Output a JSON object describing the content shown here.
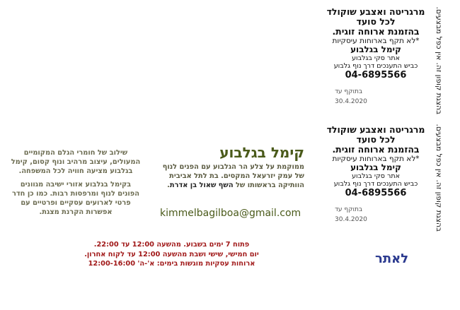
{
  "coupons": [
    {
      "title1": "מרגריטה ואצבע שוקולד",
      "title2": "לכל סועד",
      "title3": "בהזמנת ארוחה זוגית.",
      "note": "*לא תקף בארוחות עיסקיות",
      "name": "קימל בגלבוע",
      "line1": "אתר סקי בגלבוע",
      "line2": "כביש התענכים דרך נוף גלבוע",
      "phone": "04-6895566",
      "valid_label": "בתוקף עד",
      "valid_date": "30.4.2020",
      "side_text": "בהצגת קופון זה. אין כפל מבצעים."
    },
    {
      "title1": "מרגריטה ואצבע שוקולד",
      "title2": "לכל סועד",
      "title3": "בהזמנת ארוחה זוגית.",
      "note": "*לא תקף בארוחות עיסקיות",
      "name": "קימל בגלבוע",
      "line1": "אתר סקי בגלבוע",
      "line2": "כביש התענכים דרך נוף גלבוע",
      "phone": "04-6895566",
      "valid_label": "בתוקף עד",
      "valid_date": "30.4.2020",
      "side_text": "בהצגת קופון זה. אין כפל מבצעים."
    }
  ],
  "brand": {
    "title": "קימל בגלבוע",
    "body": "ממוקמת על צלע הר הגלבוע עם הפנים לנוף של עמק יזרעאל המקסים. בת לתל אביבית הוותיקה בראשותו של ",
    "chef": "השף שאול בן אדרת",
    "end": ".",
    "email": "kimmelbagilboa@gmail.com"
  },
  "about": {
    "p1": "שילוב של חומרי הגלם המקומיים המעולים, עיצוב מרהיב ונוף קסום, קימל בגלבוע מציעה חוויה לכל המשפחה.",
    "p2": "בקימל בגלבוע אזורי ישיבה מגוונים הפונים לנוף ומרפסות רבות. כמו כן חדר פרטי לארועים עסקיים ופרטיים עם אפשרות הקרנת מצגת."
  },
  "hours": {
    "l1": "פתוח 7 ימים בשבוע. מהשעה 12:00 עד 22:00.",
    "l2": "יום חמישי, שישי ושבת מהשעה 12:00 עד לקוח אחרון.",
    "l3": "ארוחות עסקיות מוגשות בימים: א'-ה' 12:00-16:00"
  },
  "site_link": "לאתר"
}
